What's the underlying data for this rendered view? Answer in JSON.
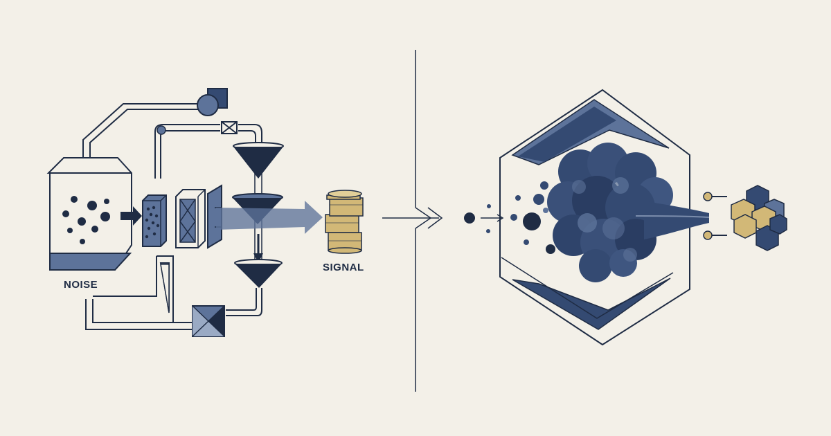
{
  "labels": {
    "noise": "NOISE",
    "signal": "SIGNAL"
  },
  "colors": {
    "background": "#f3f0e8",
    "navy": "#1f2c44",
    "slate": "#5d739a",
    "mid_blue": "#344a72",
    "light_blue": "#9aaac4",
    "gold": "#d2b877"
  },
  "icons": [
    "hopper",
    "pipe",
    "pump",
    "valve",
    "funnel",
    "filter-plate",
    "coin-stack",
    "chevron-arrow",
    "hexagon-chamber",
    "smoke-cloud",
    "nozzle",
    "cube-cluster"
  ]
}
